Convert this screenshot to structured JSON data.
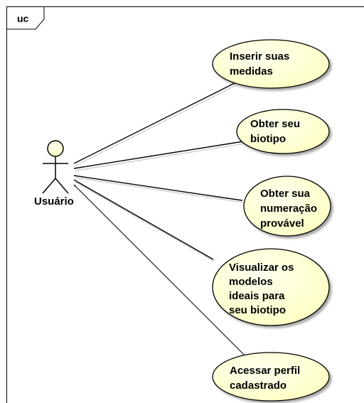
{
  "diagram": {
    "frame_label": "uc",
    "actor": {
      "name": "Usuário"
    },
    "use_cases": [
      {
        "id": "uc-inserir-medidas",
        "lines": [
          "Inserir suas",
          "medidas"
        ]
      },
      {
        "id": "uc-obter-biotipo",
        "lines": [
          "Obter seu",
          "biotipo"
        ]
      },
      {
        "id": "uc-obter-numeracao",
        "lines": [
          "Obter sua",
          "numeração",
          "provável"
        ]
      },
      {
        "id": "uc-visualizar-modelos",
        "lines": [
          "Visualizar os",
          "modelos",
          "ideais para",
          "seu biotipo"
        ]
      },
      {
        "id": "uc-acessar-perfil",
        "lines": [
          "Acessar perfil",
          "cadastrado"
        ]
      }
    ],
    "colors": {
      "use_case_fill": "#ffffc0",
      "use_case_fill_light": "#fffff0",
      "stroke": "#000000"
    }
  }
}
